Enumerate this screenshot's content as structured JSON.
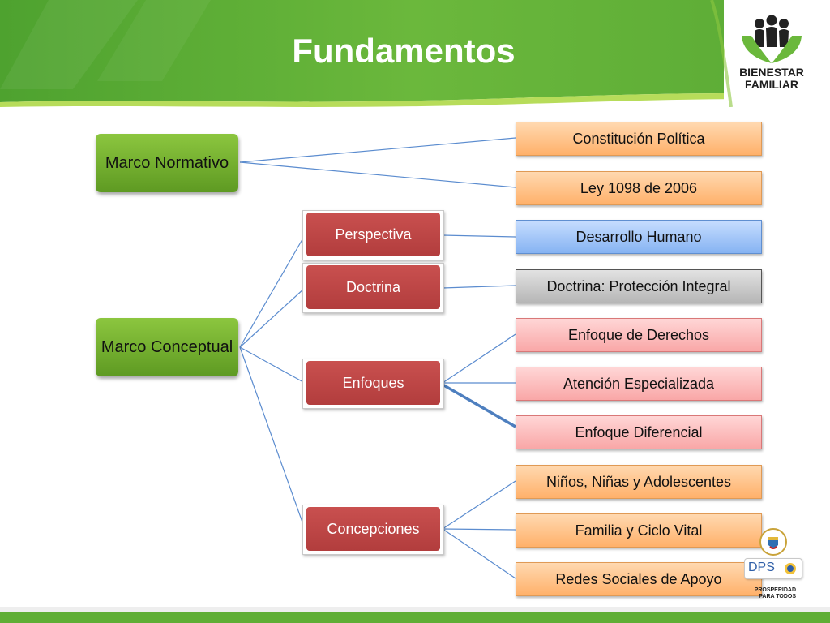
{
  "title": "Fundamentos",
  "logo": {
    "line1": "BIENESTAR",
    "line2": "FAMILIAR"
  },
  "colors": {
    "header_green": "#5fae35",
    "accent_green": "#8cc63f",
    "connector": "#5b8ccf"
  },
  "roots": [
    {
      "id": "marco-normativo",
      "label": "Marco Normativo"
    },
    {
      "id": "marco-conceptual",
      "label": "Marco Conceptual"
    }
  ],
  "branches": [
    {
      "id": "perspectiva",
      "label": "Perspectiva"
    },
    {
      "id": "doctrina",
      "label": "Doctrina"
    },
    {
      "id": "enfoques",
      "label": "Enfoques"
    },
    {
      "id": "concepciones",
      "label": "Concepciones"
    }
  ],
  "leaves": [
    {
      "id": "constitucion",
      "label": "Constitución Política",
      "style": "orange"
    },
    {
      "id": "ley",
      "label": "Ley 1098 de 2006",
      "style": "orange"
    },
    {
      "id": "desarrollo",
      "label": "Desarrollo Humano",
      "style": "blue"
    },
    {
      "id": "proteccion",
      "label": "Doctrina: Protección Integral",
      "style": "gray"
    },
    {
      "id": "derechos",
      "label": "Enfoque  de Derechos",
      "style": "pink"
    },
    {
      "id": "atencion",
      "label": "Atención Especializada",
      "style": "pink"
    },
    {
      "id": "diferencial",
      "label": "Enfoque Diferencial",
      "style": "pink"
    },
    {
      "id": "ninos",
      "label": "Niños, Niñas y Adolescentes",
      "style": "orange"
    },
    {
      "id": "familia",
      "label": "Familia y Ciclo Vital",
      "style": "orange"
    },
    {
      "id": "redes",
      "label": "Redes Sociales de Apoyo",
      "style": "orange"
    }
  ],
  "side_logos": {
    "dps": "DPS",
    "prosperidad": "PROSPERIDAD PARA TODOS"
  }
}
